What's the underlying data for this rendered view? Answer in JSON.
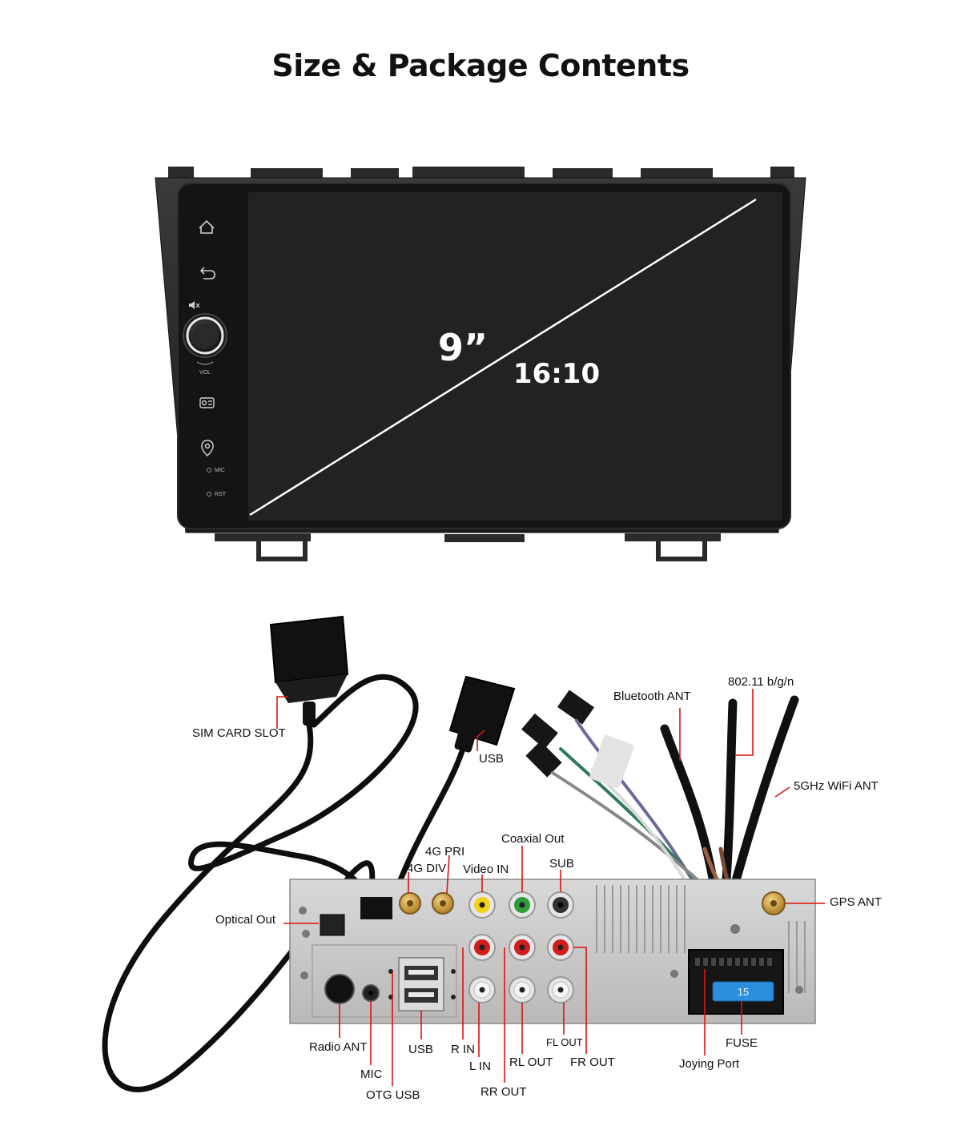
{
  "title": "Size & Package Contents",
  "screen": {
    "size": "9”",
    "ratio": "16:10",
    "side_labels": {
      "vol": "VOL",
      "mic": "MIC",
      "rst": "RST"
    }
  },
  "callouts": {
    "sim_card_slot": "SIM CARD SLOT",
    "usb_cable": "USB",
    "bluetooth_ant": "Bluetooth ANT",
    "wifi_24": "802.11 b/g/n",
    "wifi_5": "5GHz WiFi ANT",
    "gps_ant": "GPS ANT",
    "optical_out": "Optical Out",
    "ant_4g_pri": "4G PRI",
    "ant_4g_div": "4G DIV",
    "video_in": "Video IN",
    "coaxial_out": "Coaxial Out",
    "sub": "SUB",
    "radio_ant": "Radio ANT",
    "mic": "MIC",
    "otg_usb": "OTG USB",
    "usb_port": "USB",
    "r_in": "R IN",
    "l_in": "L IN",
    "rr_out": "RR OUT",
    "rl_out": "RL OUT",
    "fl_out": "FL OUT",
    "fr_out": "FR OUT",
    "joying_port": "Joying Port",
    "fuse": "FUSE"
  },
  "fuse_value": "15",
  "colors": {
    "leader": "#dd1111",
    "bezel": "#1c1c1e",
    "screen": "#101010",
    "panel": "#c9c9c9",
    "rca_yellow": "#f2d21b",
    "rca_green": "#2e9d3a",
    "rca_red": "#d01c1c",
    "gold": "#c9962e",
    "fuse_blue": "#2b8fe0"
  }
}
